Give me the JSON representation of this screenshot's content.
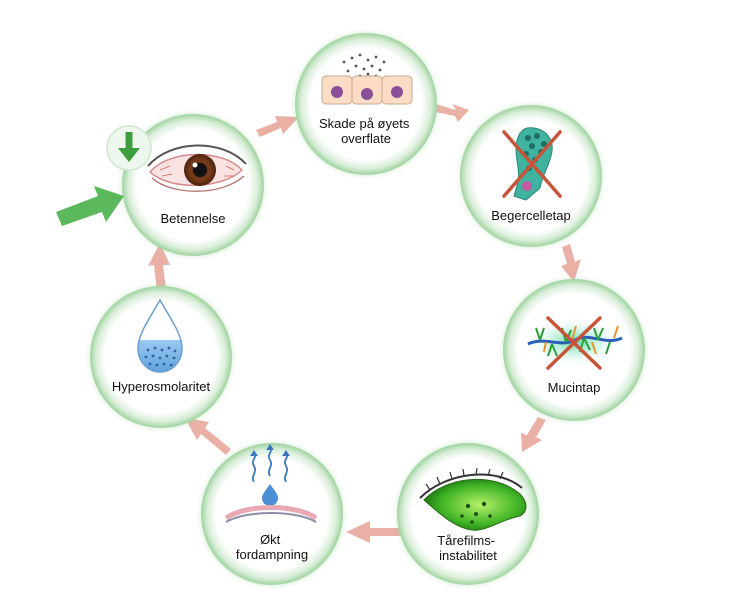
{
  "cycle": {
    "nodes": [
      {
        "id": "skade",
        "lines": [
          "Skade på øyets",
          "overflate"
        ],
        "icon": "epithelial-cells-icon"
      },
      {
        "id": "begercelletap",
        "lines": [
          "Begercelletap"
        ],
        "icon": "crossed-goblet-cell-icon"
      },
      {
        "id": "mucintap",
        "lines": [
          "Mucintap"
        ],
        "icon": "crossed-mucin-icon"
      },
      {
        "id": "tarefilm",
        "lines": [
          "Tårefilms-",
          "instabilitet"
        ],
        "icon": "green-eye-icon"
      },
      {
        "id": "fordampning",
        "lines": [
          "Økt",
          "fordampning"
        ],
        "icon": "evaporation-icon"
      },
      {
        "id": "hyperosmolaritet",
        "lines": [
          "Hyperosmolaritet"
        ],
        "icon": "tear-drop-icon"
      },
      {
        "id": "betennelse",
        "lines": [
          "Betennelse"
        ],
        "icon": "inflamed-eye-icon"
      }
    ]
  },
  "colors": {
    "node_fill": "#ffffff",
    "node_ring": "#b8deb8",
    "node_glow": "#7fc67f",
    "cycle_arrow": "#eab0a6",
    "entry_arrow": "#5cb85c"
  }
}
